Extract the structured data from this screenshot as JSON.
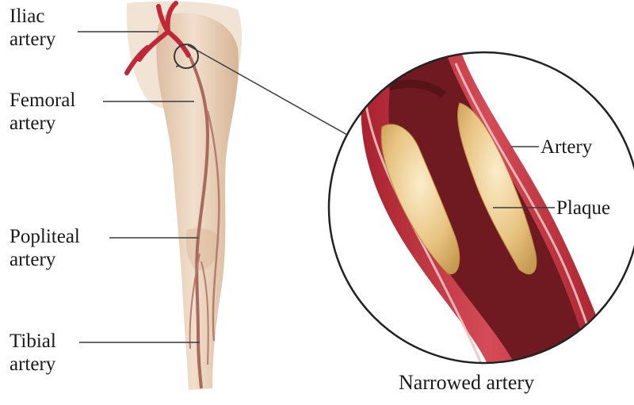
{
  "labels": {
    "iliac": {
      "line1": "Iliac",
      "line2": "artery"
    },
    "femoral": {
      "line1": "Femoral",
      "line2": "artery"
    },
    "popliteal": {
      "line1": "Popliteal",
      "line2": "artery"
    },
    "tibial": {
      "line1": "Tibial",
      "line2": "artery"
    },
    "artery": "Artery",
    "plaque": "Plaque"
  },
  "caption": "Narrowed artery",
  "colors": {
    "skin": "#ecd7c1",
    "skin_shadow": "#d9b89c",
    "artery_red": "#c0283a",
    "vessel_lines": "#a86a5e",
    "vessel_wall": "#c9434f",
    "lumen": "#6e1a20",
    "plaque": "#f1d7a0",
    "leader": "#3a3a3a"
  }
}
